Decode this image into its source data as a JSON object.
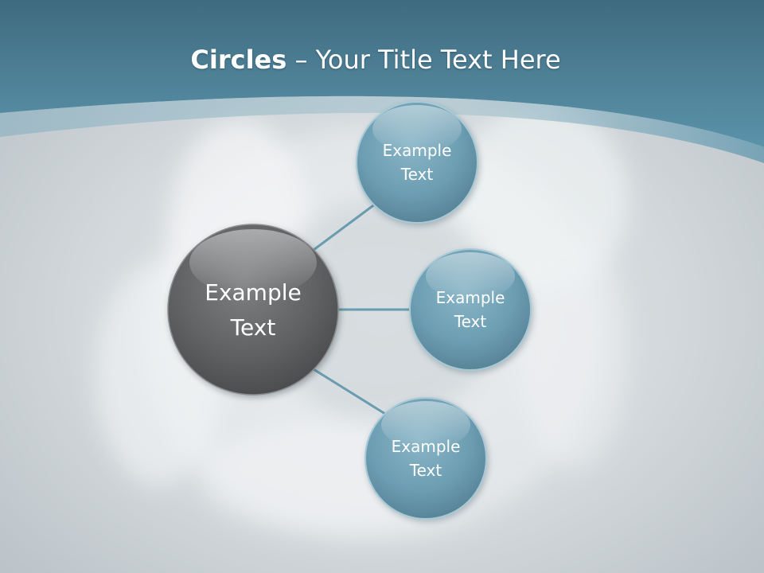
{
  "title": {
    "strong": "Circles",
    "dash": " – ",
    "rest": "Your Title Text Here"
  },
  "diagram": {
    "center": {
      "label": "Example\nText"
    },
    "satellites": [
      {
        "label": "Example\nText"
      },
      {
        "label": "Example\nText"
      },
      {
        "label": "Example\nText"
      }
    ]
  },
  "colors": {
    "header_band": "#4b7f95",
    "center_fill": "#5f6163",
    "satellite_fill": "#6c9db2",
    "connector": "#6a9cb0",
    "background": "#c9d0d4"
  }
}
